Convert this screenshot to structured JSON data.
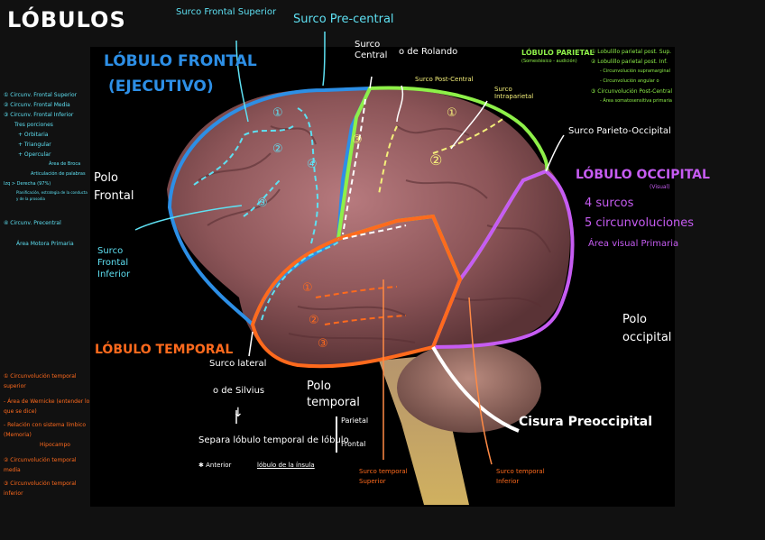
{
  "title": "LÓBULOS",
  "top_labels": {
    "surco_frontal_superior": "Surco Frontal Superior",
    "surco_precentral": "Surco Pre-central",
    "surco_central": "Surco Central",
    "o_de_rolando": "o de Rolando",
    "surco_postcentral": "Surco Post-Central",
    "surco_intraparietal": "Surco Intraparietal",
    "surco_parieto_occipital": "Surco Parieto-Occipital"
  },
  "frontal": {
    "title": "LÓBULO FRONTAL",
    "subtitle": "(EJECUTIVO)",
    "polo": "Polo Frontal",
    "surco_frontal_inferior": "Surco Frontal Inferior",
    "numbers": [
      "①",
      "②",
      "③",
      "④"
    ]
  },
  "parietal": {
    "title": "LÓBULO PARIETAL",
    "subtitle": "(Somestésico - audición)",
    "list": [
      "① Lobulillo parietal post. Sup.",
      "② Lobulillo parietal post. Inf.",
      "- Circunvolución supramarginal",
      "- Circunvolución angular o",
      "③ Circunvolución Post-Central",
      "- Área somatosensitiva primaria"
    ],
    "numbers": [
      "①",
      "②",
      "③"
    ]
  },
  "occipital": {
    "title": "LÓBULO OCCIPITAL",
    "subtitle": "(Visual)",
    "line1": "4 surcos",
    "line2": "5 circunvoluciones",
    "line3": "Área visual Primaria",
    "polo": "Polo occipital"
  },
  "temporal": {
    "title": "LÓBULO TEMPORAL",
    "polo": "Polo temporal",
    "numbers": [
      "①",
      "②",
      "③"
    ],
    "surco_lateral": "Surco lateral",
    "de_silvius": "o de Silvius",
    "separa": "Separa lóbulo temporal de lóbulo",
    "parietal": "Parietal",
    "frontal": "Frontal",
    "anterior": "Anterior",
    "lobulo_insula": "lóbulo de la ínsula",
    "surco_temporal_superior": "Surco temporal Superior",
    "surco_temporal_inferior": "Surco temporal Inferior"
  },
  "cisura": "Cisura Preoccipital",
  "left_frontal_notes": [
    "① Circunv. Frontal Superior",
    "② Circunv. Frontal Media",
    "③ Circunv. Frontal Inferior",
    "Tres porciones",
    "+ Orbitaria",
    "+ Triangular",
    "+ Opercular",
    "Área de Broca",
    "Articulación de palabras",
    "Izq > Derecha (97%)",
    "Planificación, estrategia de la conducta y de la prosodia",
    "④ Circunv. Precentral",
    "Área Motora Primaria"
  ],
  "left_temporal_notes": [
    "① Circunvolución temporal superior",
    "- Área de Wernicke (entender lo que se dice)",
    "- Relación con sistema límbico (Memoria)",
    "Hipocampo",
    "② Circunvolución temporal media",
    "③ Circunvolución temporal inferior"
  ],
  "colors": {
    "frontal": "#2d8fe6",
    "parietal": "#8ef049",
    "temporal": "#ff6a1d",
    "occipital": "#c65cf2",
    "annotation": "#5ee0f2"
  }
}
